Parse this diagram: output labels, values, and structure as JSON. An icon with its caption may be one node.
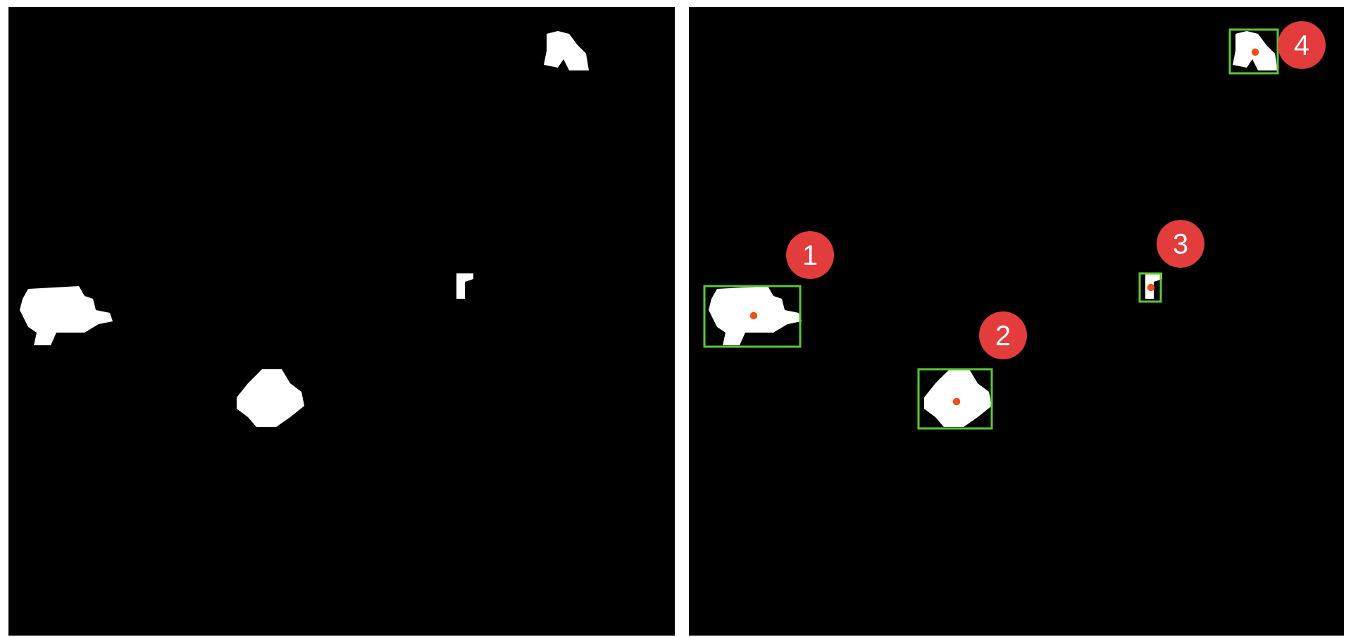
{
  "diagram": {
    "nodes": [
      {
        "text": [
          "1"
        ]
      },
      {
        "text": [
          "2"
        ]
      },
      {
        "text": [
          "3"
        ]
      },
      {
        "text": [
          "4"
        ]
      }
    ]
  }
}
